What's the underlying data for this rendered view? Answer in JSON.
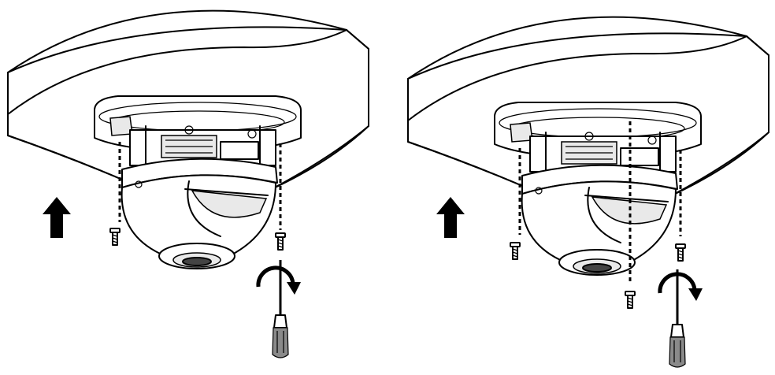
{
  "figure": {
    "panels": [
      {
        "id": "left",
        "screws": 2,
        "tool": "screwdriver-icon",
        "direction": "up-arrow-icon",
        "rotation": "clockwise-arrow-icon"
      },
      {
        "id": "right",
        "screws": 3,
        "tool": "screwdriver-icon",
        "direction": "up-arrow-icon",
        "rotation": "clockwise-arrow-icon"
      }
    ],
    "colors": {
      "line": "#000000",
      "background": "#ffffff",
      "shade": "#e9e9e9"
    }
  }
}
